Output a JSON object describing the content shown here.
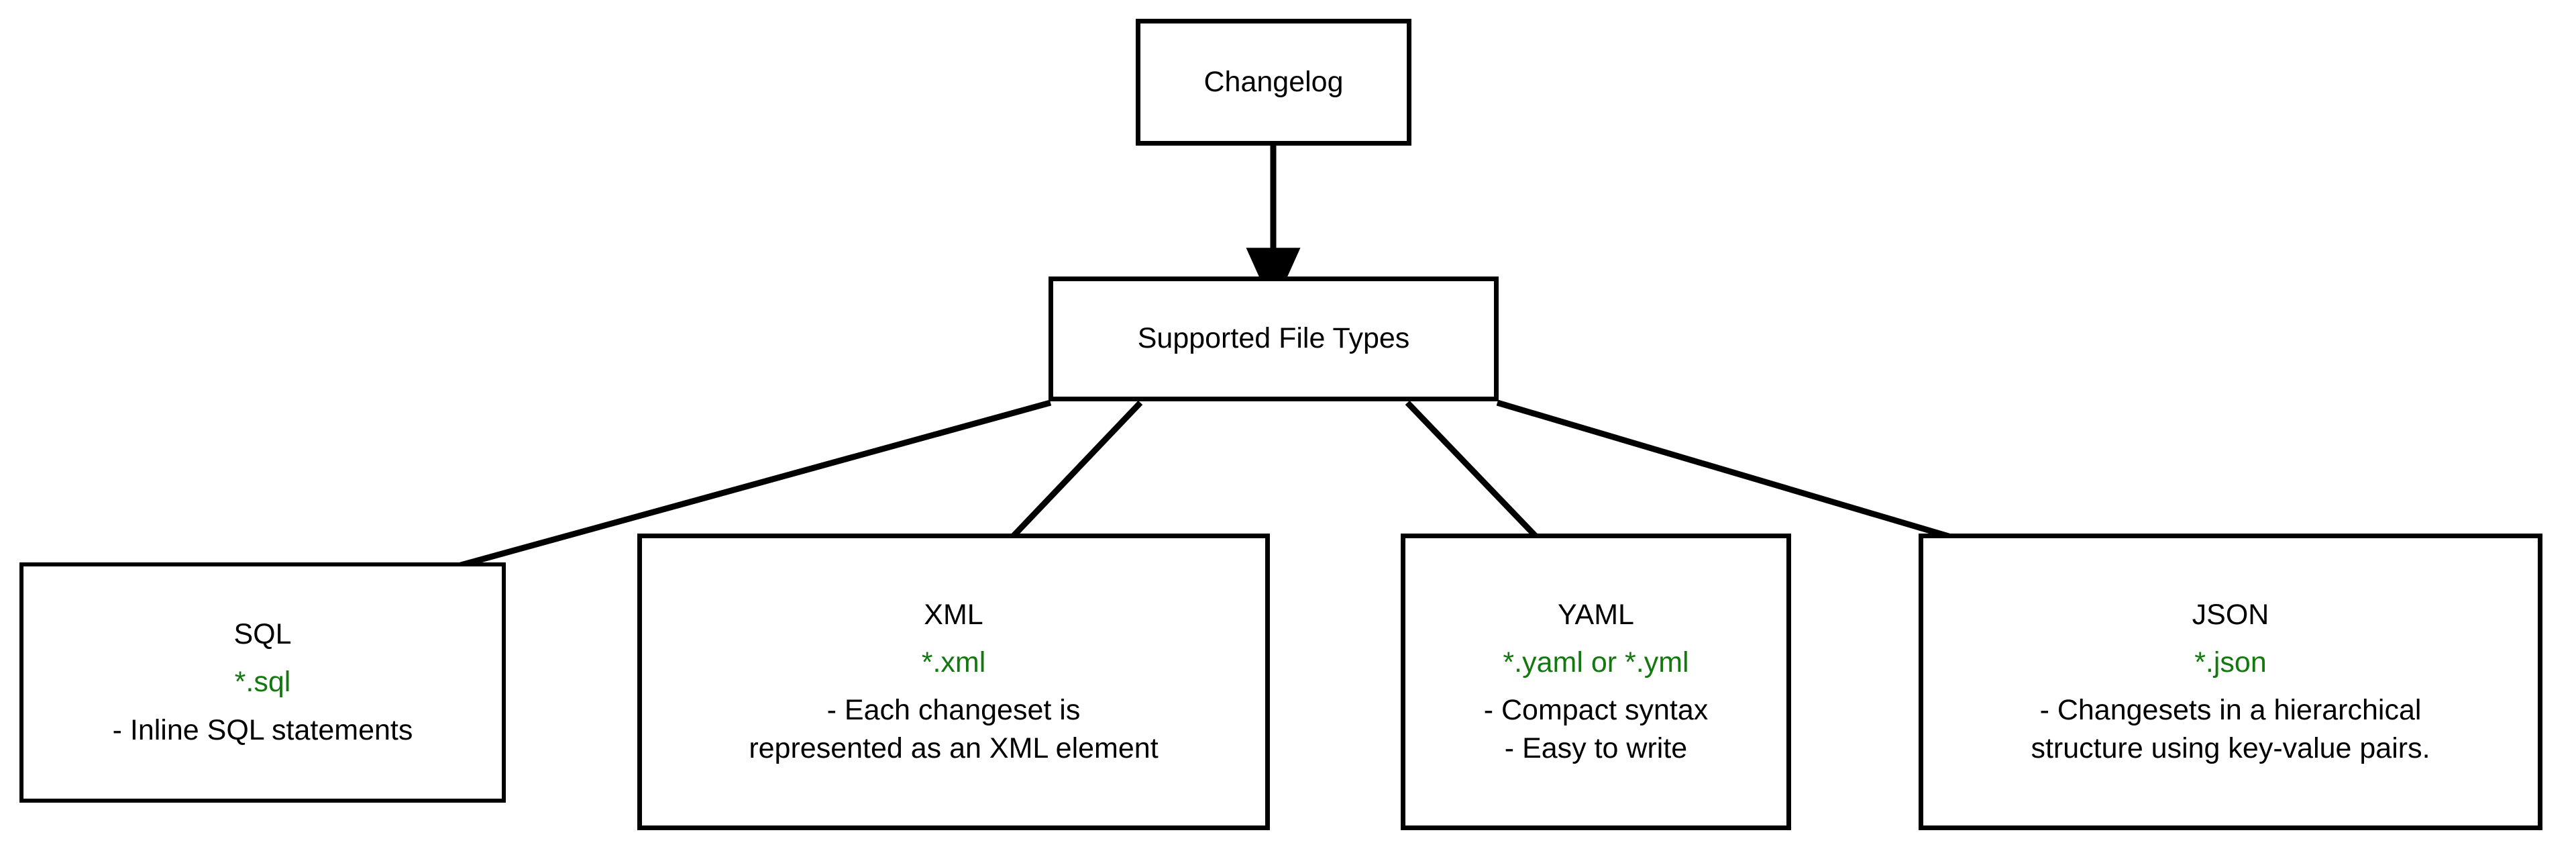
{
  "diagram": {
    "type": "flowchart",
    "direction": "top-down",
    "background_color": "#ffffff",
    "node_border_color": "#000000",
    "node_fill_color": "#ffffff",
    "text_color": "#000000",
    "accent_color": "#13790e",
    "edge_color": "#000000"
  },
  "nodes": {
    "changelog": {
      "title": "Changelog"
    },
    "supported": {
      "title": "Supported File Types"
    },
    "sql": {
      "title": "SQL",
      "extension": "*.sql",
      "desc_1": "- Inline SQL statements"
    },
    "xml": {
      "title": "XML",
      "extension": "*.xml",
      "desc_1": "- Each changeset is",
      "desc_2": "represented as an XML element"
    },
    "yaml": {
      "title": "YAML",
      "extension": "*.yaml or *.yml",
      "desc_1": "- Compact syntax",
      "desc_2": "- Easy to write"
    },
    "json": {
      "title": "JSON",
      "extension": "*.json",
      "desc_1": "- Changesets in a hierarchical",
      "desc_2": "structure using key-value pairs."
    }
  },
  "edges": [
    {
      "from": "changelog",
      "to": "supported",
      "arrow": "down"
    },
    {
      "from": "supported",
      "to": "sql",
      "arrow": "down"
    },
    {
      "from": "supported",
      "to": "xml",
      "arrow": "down"
    },
    {
      "from": "supported",
      "to": "yaml",
      "arrow": "down"
    },
    {
      "from": "supported",
      "to": "json",
      "arrow": "down"
    }
  ]
}
